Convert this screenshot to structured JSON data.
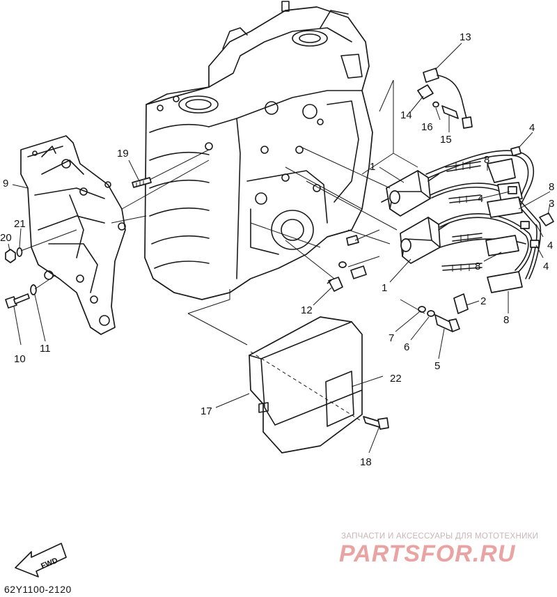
{
  "diagram": {
    "drawing_code": "62Y1100-2120",
    "fwd_arrow_label": "FWD",
    "callouts": {
      "c1a": "1",
      "c1b": "1",
      "c2": "2",
      "c3": "3",
      "c4a": "4",
      "c4b": "4",
      "c4c": "4",
      "c4d": "4",
      "c5": "5",
      "c6": "6",
      "c7": "7",
      "c8a": "8",
      "c8b": "8",
      "c8c": "8",
      "c8d": "8",
      "c9": "9",
      "c10": "10",
      "c11": "11",
      "c12": "12",
      "c13": "13",
      "c14": "14",
      "c15": "15",
      "c16": "16",
      "c17": "17",
      "c18": "18",
      "c19": "19",
      "c20": "20",
      "c21": "21",
      "c22": "22"
    }
  },
  "watermark": {
    "subtitle": "ЗАПЧАСТИ И АКСЕССУАРЫ ДЛЯ МОТОТЕХНИКИ",
    "logo_text": "PARTSFOR.RU"
  }
}
